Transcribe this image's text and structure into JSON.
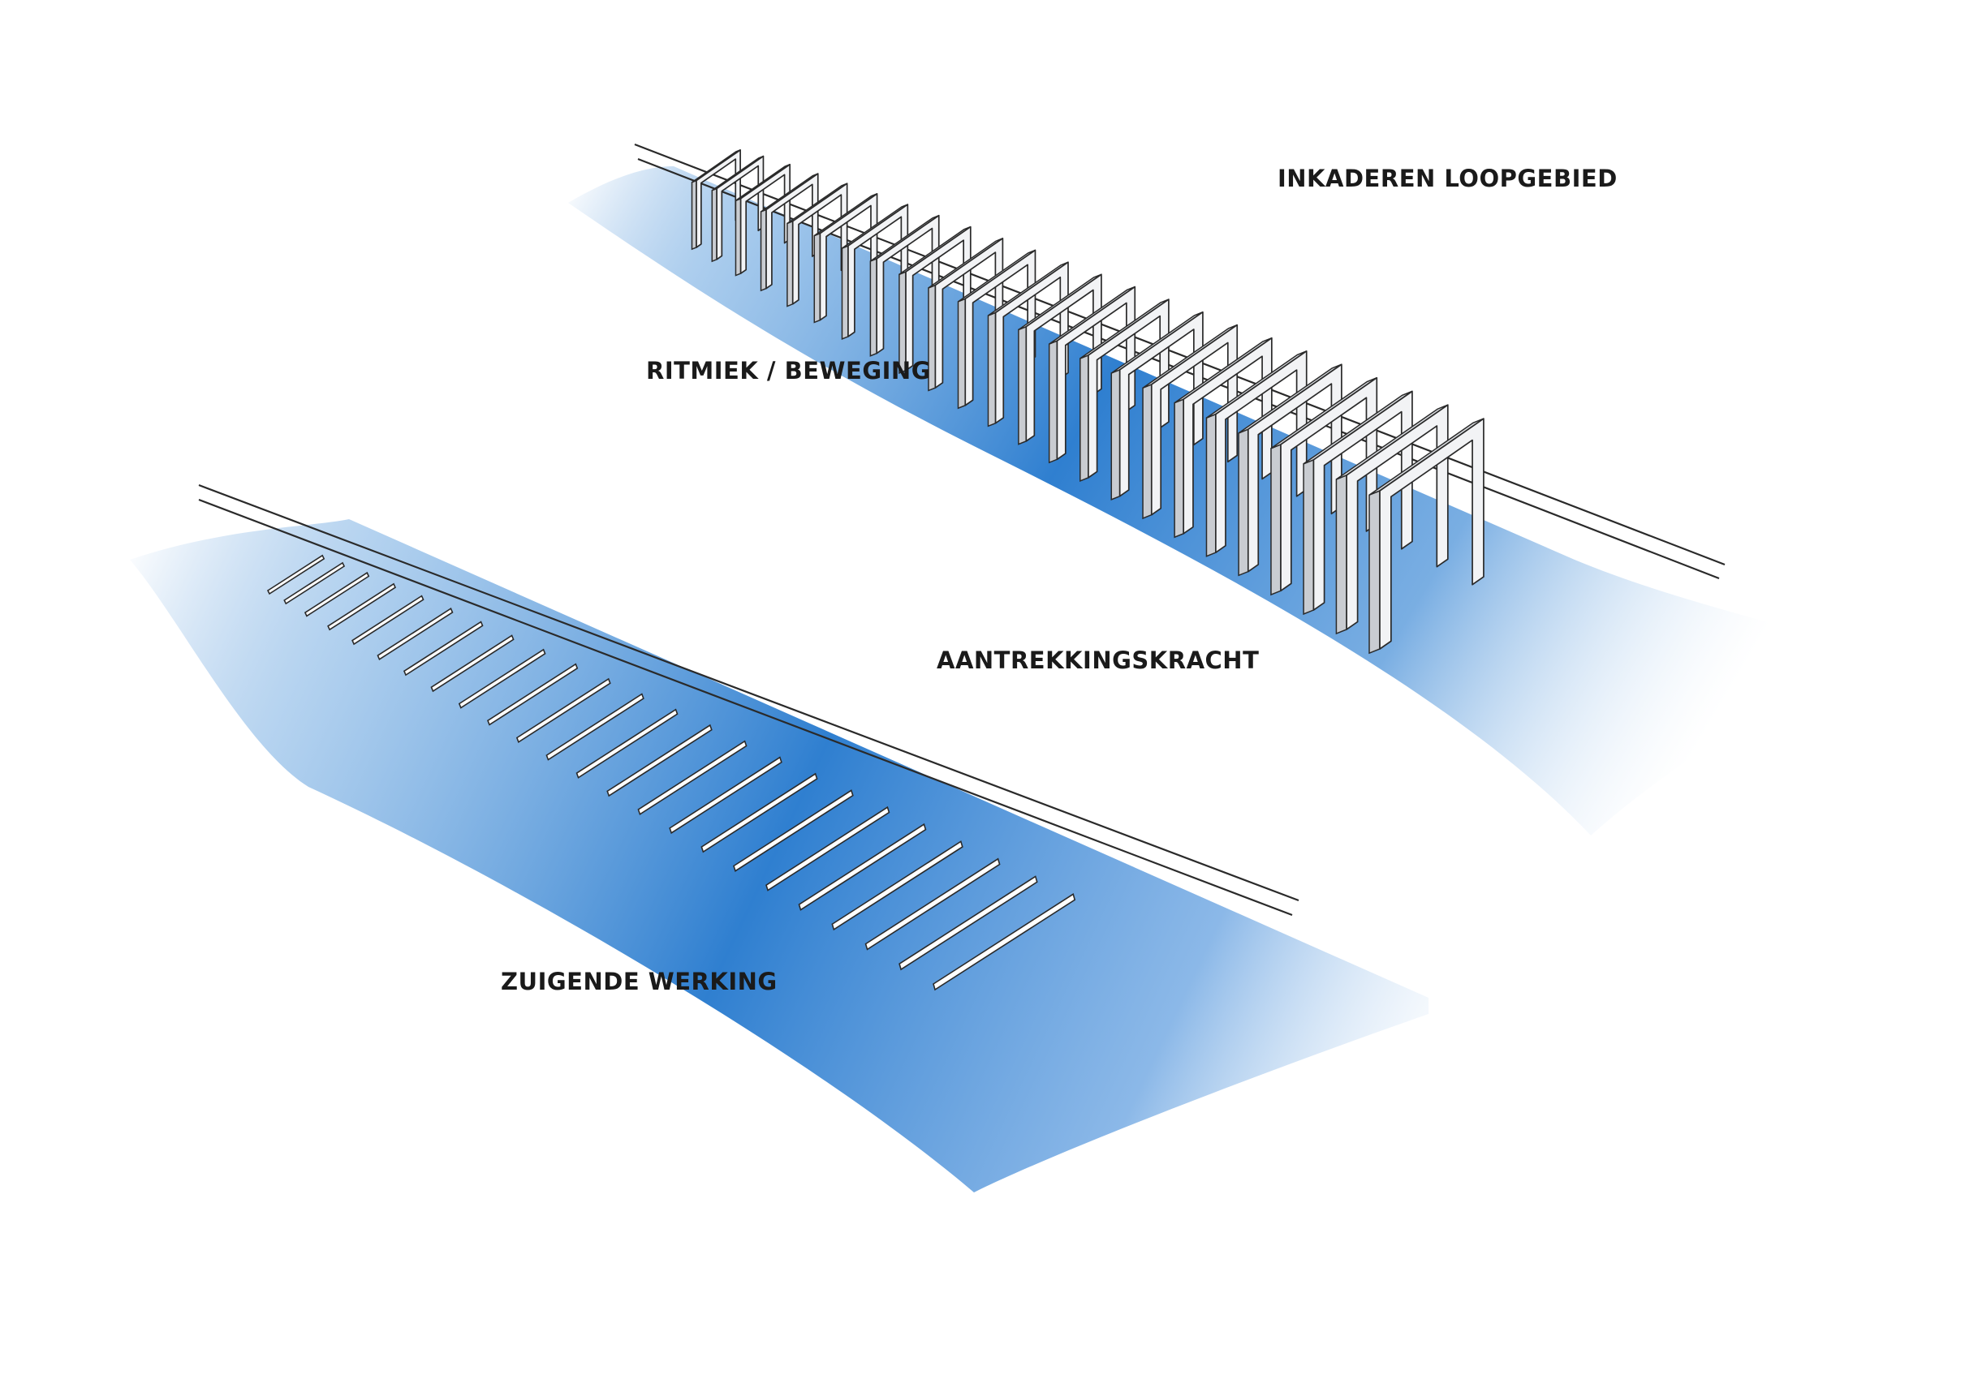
{
  "labels": {
    "framing": "INKADEREN LOOPGEBIED",
    "rhythm": "RITMIEK / BEWEGING",
    "attraction": "AANTREKKINGSKRACHT",
    "suction": "ZUIGENDE WERKING"
  },
  "colors": {
    "flow_blue": "#2f7fd0",
    "flow_blue_light": "#cfe2f5",
    "frame_face": "#f2f3f5",
    "frame_side": "#c9ccd1",
    "stroke": "#2a2a2a",
    "background": "#ffffff"
  },
  "scene": {
    "upper": {
      "element": "portal-frames",
      "frame_count": 24
    },
    "lower": {
      "element": "ground-slats",
      "slat_count": 24
    }
  }
}
